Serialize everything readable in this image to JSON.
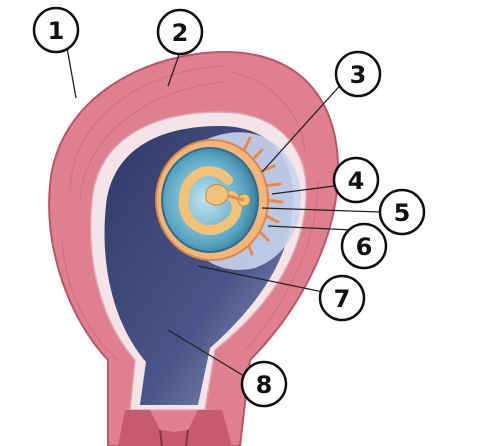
{
  "labels": [
    {
      "id": "1",
      "text": "1"
    },
    {
      "id": "2",
      "text": "2"
    },
    {
      "id": "3",
      "text": "3"
    },
    {
      "id": "4",
      "text": "4"
    },
    {
      "id": "5",
      "text": "5"
    },
    {
      "id": "6",
      "text": "6"
    },
    {
      "id": "7",
      "text": "7"
    },
    {
      "id": "8",
      "text": "8"
    }
  ],
  "colors": {
    "uterine_wall": "#e07f8f",
    "uterine_wall_light": "#f2a8b4",
    "cavity": "#3f4a7a",
    "cavity_light": "#8d97c2",
    "lining": "#f6e3e8",
    "amnion_fluid": "#5aa6c4",
    "embryo": "#f0c27a",
    "villi": "#e9894a",
    "decidua": "#c9d4ee",
    "label_stroke": "#111111"
  }
}
